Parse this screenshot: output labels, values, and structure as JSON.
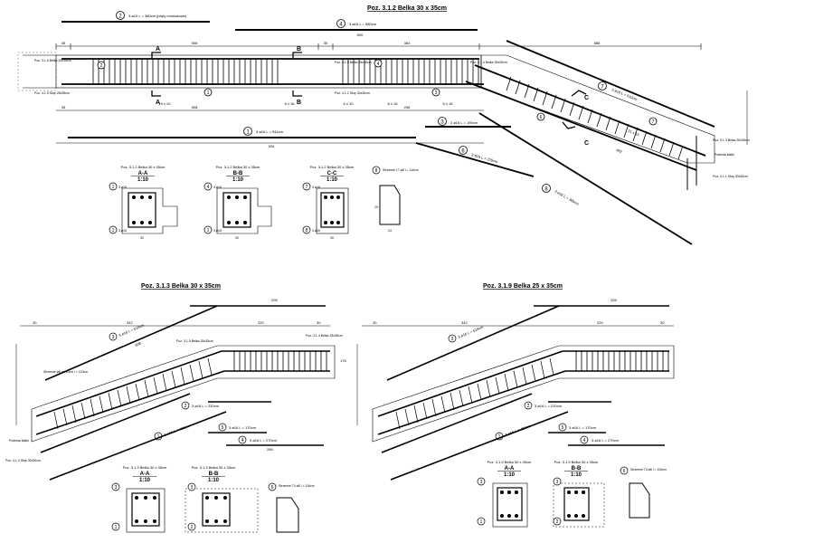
{
  "drawing1": {
    "title": "Poz. 3.1.2 Belka 30 x 35cm",
    "bar2": {
      "num": "2",
      "label": "3 ø10   L = 360cm (pręty montażowe)"
    },
    "bar4": {
      "num": "4",
      "label": "3 ø16   L = 580cm"
    },
    "bar7": {
      "num": "7",
      "label": "3 ø16   L = 510cm"
    },
    "bar1": {
      "num": "1",
      "label": "3 ø16   L = 941cm"
    },
    "bar3": {
      "num": "3",
      "label": "2 ø16   L = 190cm"
    },
    "bar6": {
      "num": "6",
      "label": "3 ø16   L = 220cm"
    },
    "bar8": {
      "num": "8",
      "label": "3 ø16   L = 300cm"
    },
    "dim_500": "500",
    "dims_top": [
      "35",
      "508",
      "30",
      "364",
      "588"
    ],
    "dims_bottom": [
      "35",
      "508",
      "298"
    ],
    "stirrups": [
      "19 x 20",
      "8 x 16",
      "6 x 10",
      "8 x 15",
      "6 x 16"
    ],
    "dim_total": "926",
    "dim_462": "462",
    "dim_21x15": "21 x 15",
    "notes": {
      "left1": "Poz. 3.1.6 Belka 25x35cm",
      "left2": "Poz. 4.1.5 Słup 25x35cm",
      "mid1": "Poz. 3.1.5 Belka 25x35cm",
      "mid2": "Poz. 4.1.2 Słup 30x30cm",
      "right1": "Poz. 3.1.4 Belka 25x35cm",
      "end1": "Poz. 3.1.3 Belka 30x35cm",
      "end2": "Poz. 4.1.1 Słup 30x30cm",
      "end3": "Podesta klatki"
    },
    "section_letters": {
      "a": "A",
      "b": "B",
      "c": "C"
    }
  },
  "sections1": [
    {
      "ref": "Poz. 3.1.2  Belka 30 x 35cm",
      "name": "A-A",
      "scale": "1:10",
      "top": "3 ø16",
      "bot": "3 ø16",
      "w": "30"
    },
    {
      "ref": "Poz. 3.1.2  Belka 30 x 35cm",
      "name": "B-B",
      "scale": "1:10",
      "top": "3 ø16",
      "bot": "3 ø16",
      "w": "30"
    },
    {
      "ref": "Poz. 3.1.2  Belka 30 x 35cm",
      "name": "C-C",
      "scale": "1:10",
      "top": "3 ø16",
      "bot": "3 ø16",
      "w": "30"
    }
  ],
  "stirrup1": {
    "num": "8",
    "label": "Strzemie 17 ø8 l = 116cm",
    "dim_h": "29",
    "dim_w": "24"
  },
  "drawing2": {
    "title": "Poz. 3.1.3 Belka 30 x 35cm",
    "dims_top": [
      "30",
      "342",
      "220",
      "30"
    ],
    "dim_205": "205",
    "dim_608": "608",
    "dim_176": "176",
    "dim_266": "266",
    "bar3": {
      "num": "3",
      "label": "3 ø16   L = 510cm"
    },
    "bar1": {
      "num": "1",
      "label": "3 ø16   L = 480cm"
    },
    "bar2": {
      "num": "2",
      "label": "3 ø16   L = 220cm"
    },
    "bar5": {
      "num": "5",
      "label": "3 ø16   L = 170cm"
    },
    "bar4": {
      "num": "4",
      "label": "3 ø16   L = 270cm"
    },
    "notes": {
      "beam": "Poz. 3.1.5 Belka 25x35cm",
      "beam2": "Poz. 3.1.4 Belka 25x35cm",
      "strz": "Strzemie ø8 co 20cm l = 110cm",
      "col": "Poz. 4.1.4 Słup 30x30cm",
      "plate": "Podesta klatki"
    }
  },
  "sections2": [
    {
      "ref": "Poz. 3.1.3  Belka 30 x 35cm",
      "name": "A-A",
      "scale": "1:10"
    },
    {
      "ref": "Poz. 3.1.3  Belka 30 x 35cm",
      "name": "B-B",
      "scale": "1:10"
    }
  ],
  "stirrup2": {
    "num": "6",
    "label": "Strzemie 74 ø8 l = 116cm"
  },
  "drawing3": {
    "title": "Poz. 3.1.9 Belka 25 x 35cm",
    "dims_top": [
      "30",
      "342",
      "220",
      "30"
    ],
    "dim_205": "205",
    "bar3": {
      "num": "3",
      "label": "3 ø16   L = 510cm"
    },
    "bar1": {
      "num": "1",
      "label": "3 ø16   L = 480cm"
    },
    "bar2": {
      "num": "2",
      "label": "3 ø16   L = 220cm"
    },
    "bar5": {
      "num": "5",
      "label": "3 ø16   L = 170cm"
    },
    "bar4": {
      "num": "4",
      "label": "3 ø16   L = 270cm"
    }
  },
  "sections3": [
    {
      "ref": "Poz. 3.1.9  Belka 30 x 35cm",
      "name": "A-A",
      "scale": "1:10"
    },
    {
      "ref": "Poz. 3.1.9  Belka 30 x 35cm",
      "name": "B-B",
      "scale": "1:10"
    }
  ],
  "stirrup3": {
    "num": "6",
    "label": "Strzemie 74 ø8 l = 106cm"
  }
}
